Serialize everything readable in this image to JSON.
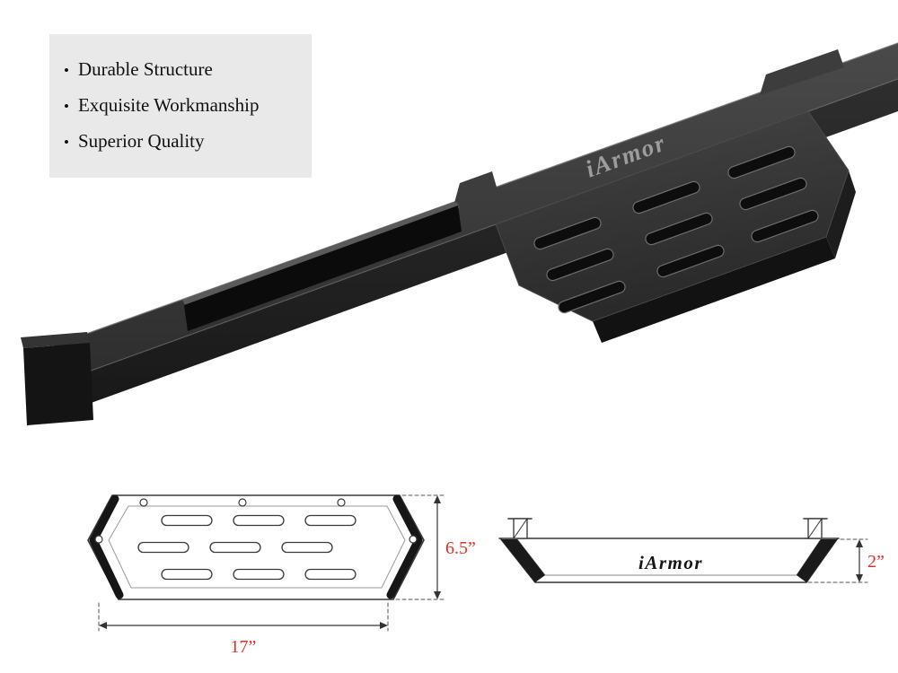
{
  "features": {
    "items": [
      "Durable Structure",
      "Exquisite Workmanship",
      "Superior Quality"
    ]
  },
  "product": {
    "brand": "iArmor"
  },
  "diagrams": {
    "top_view": {
      "width_label": "17”",
      "height_label": "6.5”"
    },
    "side_view": {
      "brand_label": "iArmor",
      "depth_label": "2”"
    }
  },
  "colors": {
    "dimension": "#e03127",
    "panel": "#e9e9e9",
    "product_black": "#2b2b2b"
  }
}
